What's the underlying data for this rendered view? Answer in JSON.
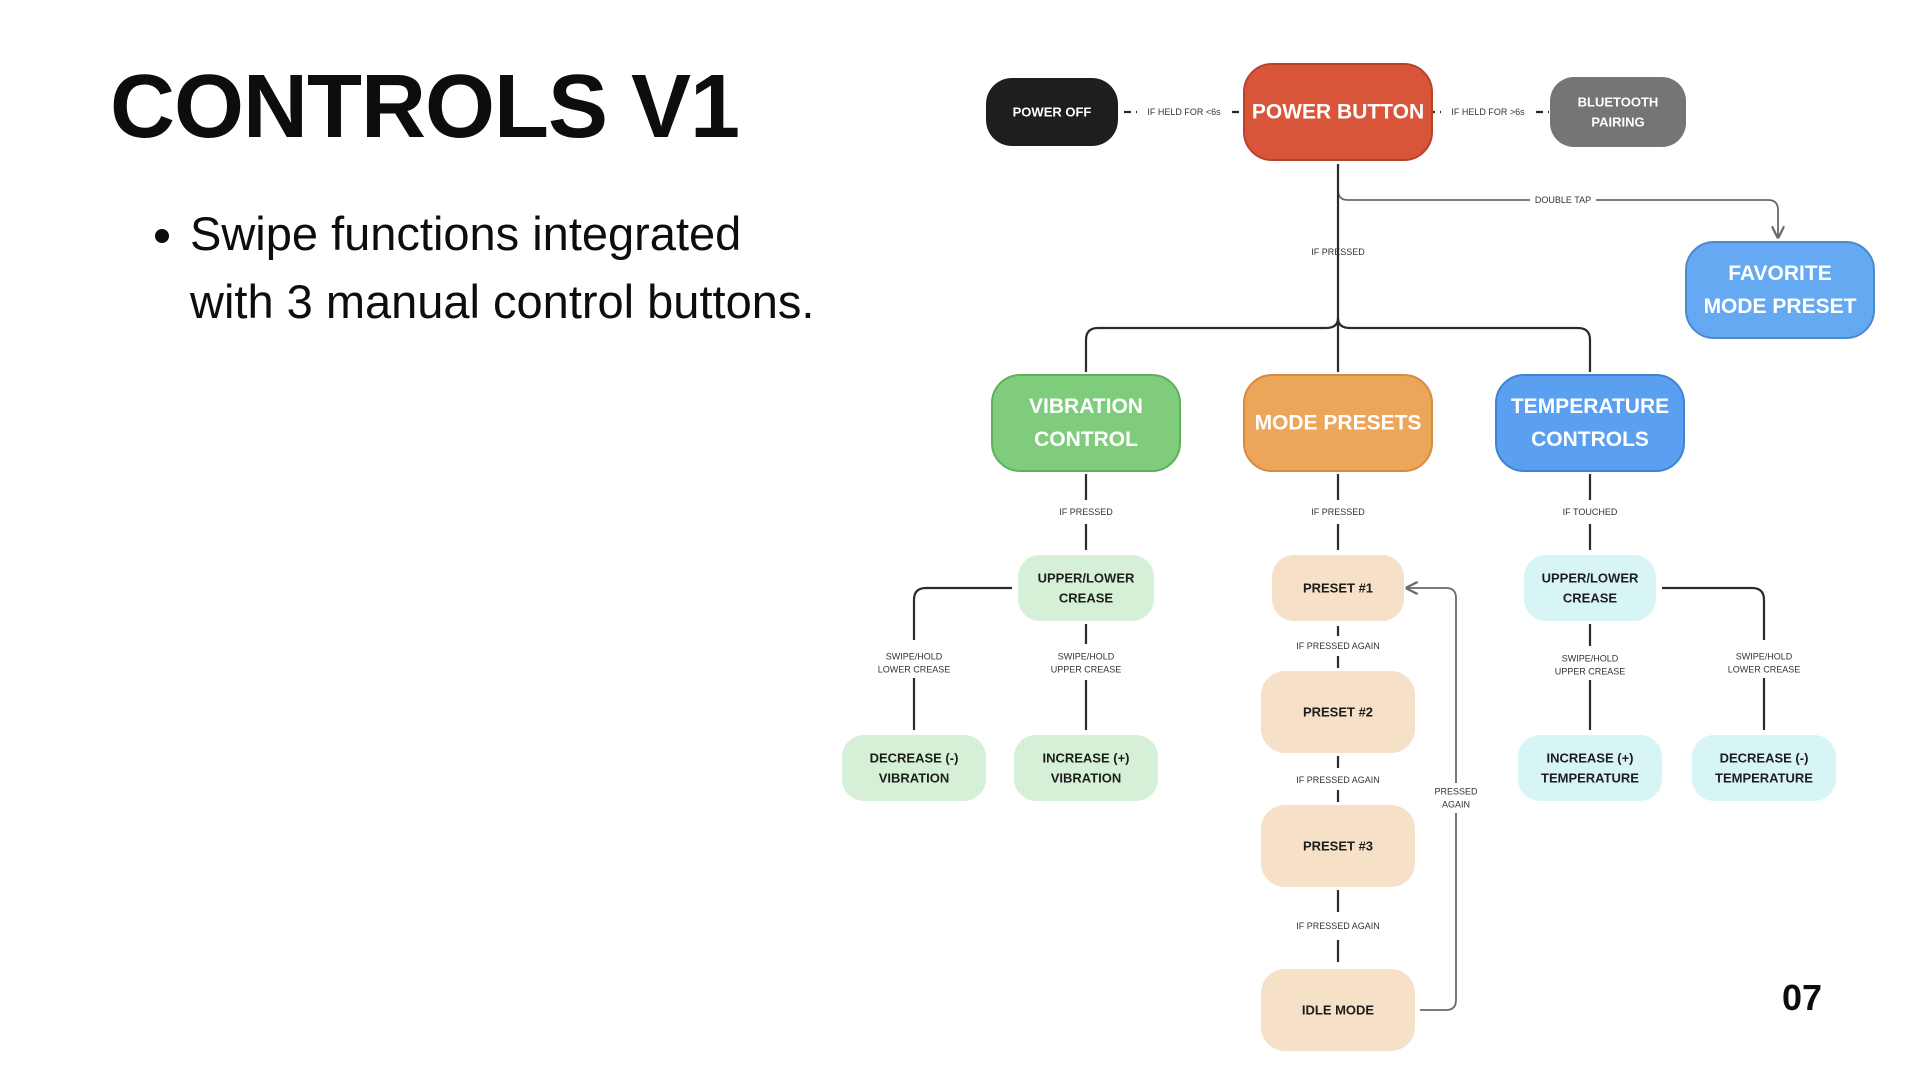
{
  "title": "CONTROLS V1",
  "bullets": [
    "Swipe functions integrated with 3 manual control buttons."
  ],
  "page_number": "07",
  "diagram": {
    "nodes": {
      "power_button": [
        "POWER BUTTON"
      ],
      "power_off": [
        "POWER OFF"
      ],
      "bluetooth": [
        "BLUETOOTH",
        "PAIRING"
      ],
      "favorite": [
        "FAVORITE",
        "MODE PRESET"
      ],
      "vibration": [
        "VIBRATION",
        "CONTROL"
      ],
      "mode_presets": [
        "MODE PRESETS"
      ],
      "temperature": [
        "TEMPERATURE",
        "CONTROLS"
      ],
      "vib_crease": [
        "UPPER/LOWER",
        "CREASE"
      ],
      "temp_crease": [
        "UPPER/LOWER",
        "CREASE"
      ],
      "vib_decrease": [
        "DECREASE (-)",
        "VIBRATION"
      ],
      "vib_increase": [
        "INCREASE (+)",
        "VIBRATION"
      ],
      "temp_increase": [
        "INCREASE (+)",
        "TEMPERATURE"
      ],
      "temp_decrease": [
        "DECREASE (-)",
        "TEMPERATURE"
      ],
      "preset1": [
        "PRESET #1"
      ],
      "preset2": [
        "PRESET #2"
      ],
      "preset3": [
        "PRESET #3"
      ],
      "idle": [
        "IDLE MODE"
      ]
    },
    "edge_labels": {
      "held_lt6": [
        "IF HELD FOR <6s"
      ],
      "held_gt6": [
        "IF HELD FOR >6s"
      ],
      "double_tap": [
        "DOUBLE TAP"
      ],
      "if_pressed_main": [
        "IF PRESSED"
      ],
      "if_pressed_vib": [
        "IF PRESSED"
      ],
      "if_pressed_mode": [
        "IF PRESSED"
      ],
      "if_touched": [
        "IF TOUCHED"
      ],
      "vib_lower": [
        "SWIPE/HOLD",
        "LOWER CREASE"
      ],
      "vib_upper": [
        "SWIPE/HOLD",
        "UPPER CREASE"
      ],
      "temp_upper": [
        "SWIPE/HOLD",
        "UPPER CREASE"
      ],
      "temp_lower": [
        "SWIPE/HOLD",
        "LOWER CREASE"
      ],
      "again1": [
        "IF PRESSED AGAIN"
      ],
      "again2": [
        "IF PRESSED AGAIN"
      ],
      "again3": [
        "IF PRESSED AGAIN"
      ],
      "pressed_again": [
        "PRESSED",
        "AGAIN"
      ]
    },
    "colors": {
      "power_button": "#d9553a",
      "power_off": "#1e1e1e",
      "bluetooth": "#757575",
      "favorite": "#64a9f2",
      "vibration": "#7fcd7c",
      "mode_presets": "#eca659",
      "temperature": "#5a9ff0",
      "light_green": "#d6f0d7",
      "light_orange": "#f6e0c8",
      "light_cyan": "#d8f5f5",
      "line": "#2b2b2b",
      "arrow": "#6a6a6a"
    }
  }
}
